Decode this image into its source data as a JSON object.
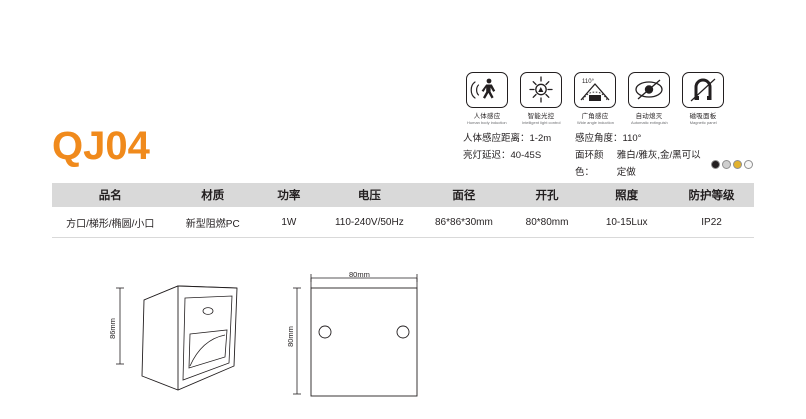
{
  "product": {
    "code": "QJ04"
  },
  "features": [
    {
      "icon": "human-sensor-icon",
      "cn": "人体感应",
      "en": "Human body induction"
    },
    {
      "icon": "light-sensor-icon",
      "cn": "智能光控",
      "en": "Intelligent light control"
    },
    {
      "icon": "wide-angle-icon",
      "cn": "广角感应",
      "en": "Wide angle induction",
      "badge_text": "110°"
    },
    {
      "icon": "auto-off-icon",
      "cn": "自动熄灭",
      "en": "Automatic extinguish"
    },
    {
      "icon": "magnetic-panel-icon",
      "cn": "磁吸面板",
      "en": "Magnetic panel"
    }
  ],
  "specs": {
    "rows": [
      {
        "left_label": "人体感应距离：",
        "left_value": "1-2m",
        "right_label": "感应角度：",
        "right_value": "110°"
      },
      {
        "left_label": "亮灯延迟：",
        "left_value": "40-45S",
        "right_label": "面环颜色：",
        "right_value": "雅白/雅灰,金/黑可以定做",
        "swatches": [
          "#231f20",
          "#cfcfcf",
          "#e2b22e",
          "#f2f2f2"
        ]
      }
    ]
  },
  "table": {
    "headers": [
      "品名",
      "材质",
      "功率",
      "电压",
      "面径",
      "开孔",
      "照度",
      "防护等级"
    ],
    "rows": [
      [
        "方口/梯形/椭圆/小口",
        "新型阻燃PC",
        "1W",
        "110-240V/50Hz",
        "86*86*30mm",
        "80*80mm",
        "10-15Lux",
        "IP22"
      ]
    ]
  },
  "drawings": {
    "front": {
      "height_label": "86mm"
    },
    "cutout": {
      "width_label": "80mm",
      "height_label": "80mm"
    }
  },
  "colors": {
    "accent": "#f08a1c",
    "table_header_bg": "#d9d9d9",
    "text": "#231f20",
    "muted": "#6d6e71"
  }
}
